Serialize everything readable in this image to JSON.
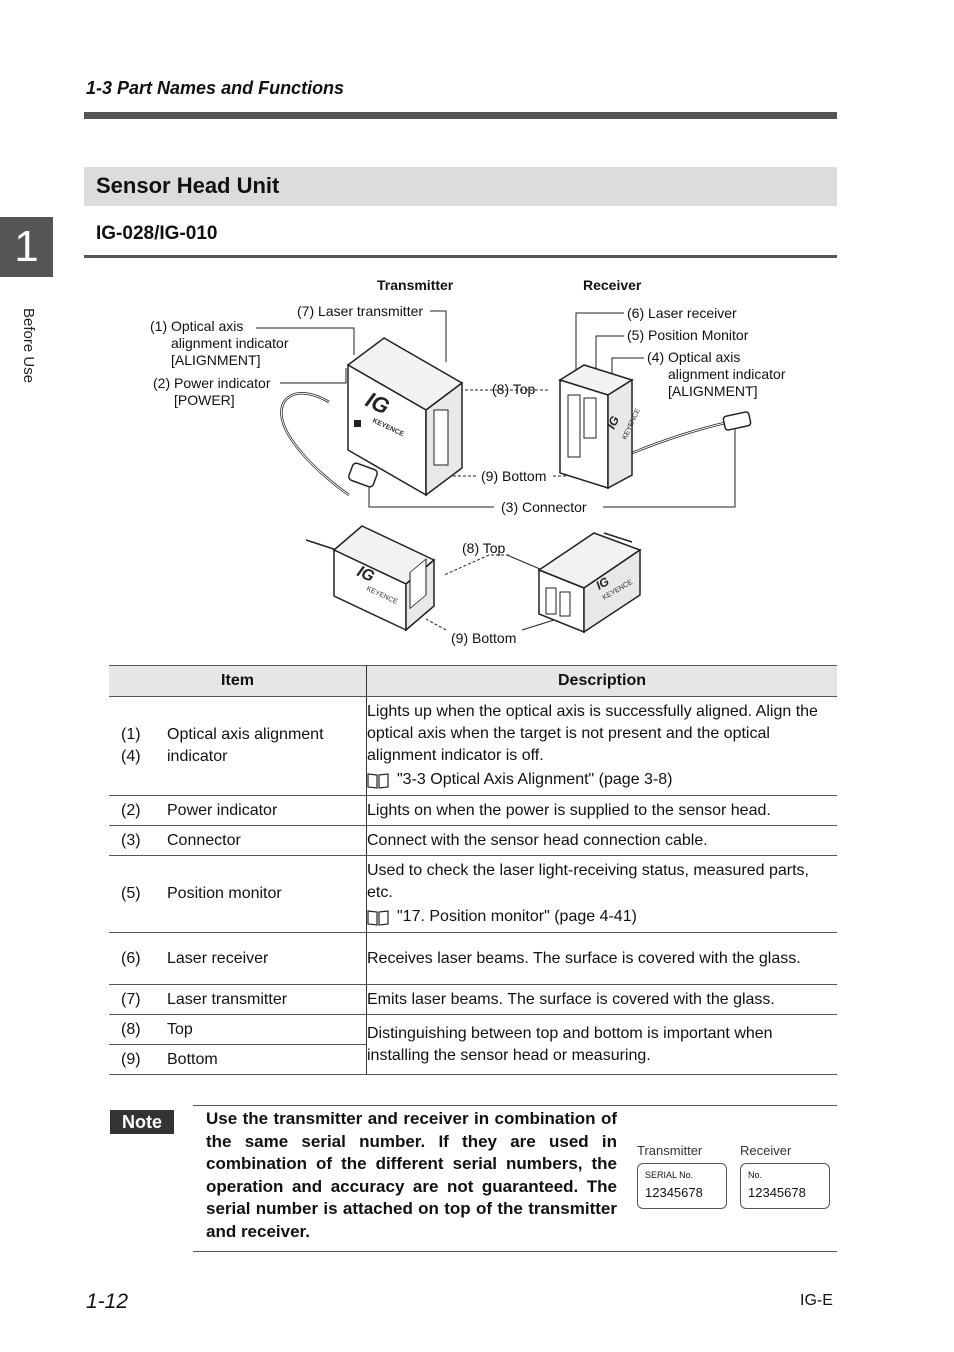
{
  "header": {
    "section": "1-3  Part Names and Functions"
  },
  "side_tab": {
    "number": "1",
    "label": "Before Use"
  },
  "title": "Sensor Head Unit",
  "subtitle": "IG-028/IG-010",
  "diagram": {
    "transmitter_heading": "Transmitter",
    "receiver_heading": "Receiver",
    "callouts": {
      "optical_axis_1_line1": "(1) Optical axis",
      "optical_axis_1_line2": "alignment indicator",
      "optical_axis_1_line3": "[ALIGNMENT]",
      "power_line1": "(2) Power indicator",
      "power_line2": "[POWER]",
      "laser_transmitter": "(7) Laser transmitter",
      "top_upper": "(8) Top",
      "bottom_upper": "(9) Bottom",
      "connector": "(3) Connector",
      "laser_receiver": "(6) Laser receiver",
      "position_monitor": "(5) Position Monitor",
      "optical_axis_4_line1": "(4) Optical axis",
      "optical_axis_4_line2": "alignment indicator",
      "optical_axis_4_line3": "[ALIGNMENT]",
      "top_lower": "(8) Top",
      "bottom_lower": "(9) Bottom"
    },
    "device_text": {
      "logo": "IG",
      "brand": "KEYENCE"
    }
  },
  "table": {
    "headers": {
      "item": "Item",
      "description": "Description"
    },
    "rows": {
      "r1": {
        "num_a": "(1)",
        "num_b": "(4)",
        "item_a": "Optical axis alignment",
        "item_b": "indicator",
        "desc": "Lights up when the optical axis is successfully aligned. Align the optical axis when the target is not present and the optical alignment  indicator is off.",
        "ref": "\"3-3 Optical Axis Alignment\" (page 3-8)"
      },
      "r2": {
        "num": "(2)",
        "item": "Power indicator",
        "desc": "Lights on when the power is supplied to the sensor head."
      },
      "r3": {
        "num": "(3)",
        "item": "Connector",
        "desc": "Connect with the sensor head connection cable."
      },
      "r5": {
        "num": "(5)",
        "item": "Position monitor",
        "desc": "Used to check the laser light-receiving status, measured parts, etc.",
        "ref": "\"17. Position monitor\" (page 4-41)"
      },
      "r6": {
        "num": "(6)",
        "item": "Laser receiver",
        "desc": "Receives laser beams. The surface is covered with the glass."
      },
      "r7": {
        "num": "(7)",
        "item": "Laser transmitter",
        "desc": "Emits laser beams. The surface is covered with the glass."
      },
      "r8": {
        "num": "(8)",
        "item": "Top",
        "desc": "Distinguishing between top and bottom is important when installing the sensor head or measuring."
      },
      "r9": {
        "num": "(9)",
        "item": "Bottom"
      }
    }
  },
  "note": {
    "badge": "Note",
    "text": "Use the transmitter and receiver in combination of the same serial number. If they are used in combination of the different serial numbers, the operation and accuracy are not guaranteed. The serial number is attached on top of the transmitter and receiver.",
    "serial": {
      "transmitter_label": "Transmitter",
      "receiver_label": "Receiver",
      "transmitter_small": "SERIAL No.",
      "receiver_small": "No.",
      "transmitter_number": "12345678",
      "receiver_number": "12345678"
    }
  },
  "footer": {
    "page": "1-12",
    "code": "IG-E"
  }
}
